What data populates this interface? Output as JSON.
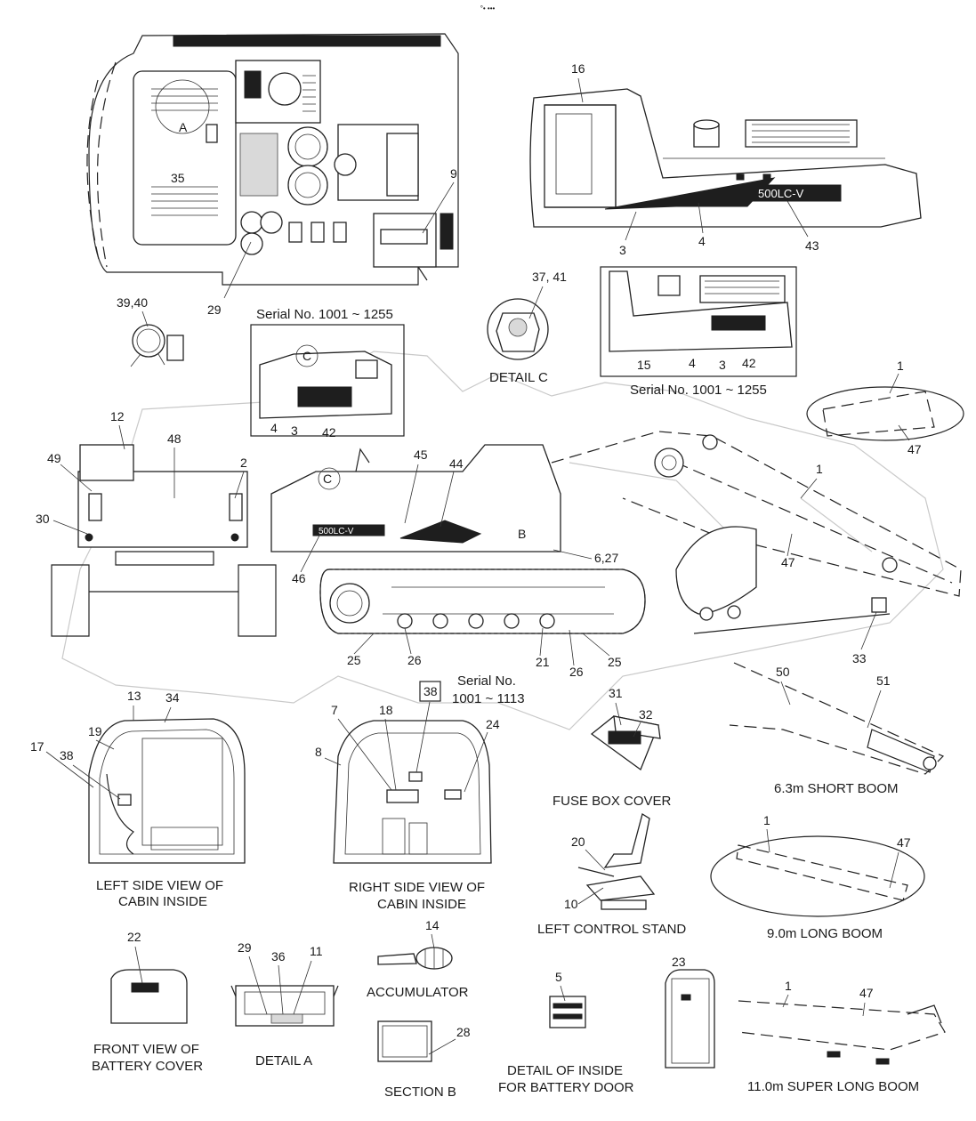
{
  "top_mark": "°• •••",
  "model_badge": "500LC-V",
  "callouts": {
    "c35": "35",
    "c9": "9",
    "c29a": "29",
    "c39_40": "39,40",
    "c16": "16",
    "c3a": "3",
    "c4a": "4",
    "c43": "43",
    "c37_41": "37, 41",
    "c15": "15",
    "c4b": "4",
    "c3b": "3",
    "c42a": "42",
    "c4c": "4",
    "c3c": "3",
    "c42b": "42",
    "c1a": "1",
    "c47a": "47",
    "c12": "12",
    "c48": "48",
    "c49": "49",
    "c2": "2",
    "c30": "30",
    "c45": "45",
    "c44": "44",
    "c1b": "1",
    "c6_27": "6,27",
    "c47b": "47",
    "c46": "46",
    "c33": "33",
    "c25a": "25",
    "c26a": "26",
    "c21": "21",
    "c26b": "26",
    "c25b": "25",
    "c50": "50",
    "c51": "51",
    "c13": "13",
    "c34": "34",
    "c19": "19",
    "c38a": "38",
    "c17": "17",
    "c18": "18",
    "c38b": "38",
    "c7": "7",
    "c8": "8",
    "c24": "24",
    "c31": "31",
    "c32": "32",
    "c20": "20",
    "c10": "10",
    "c1c": "1",
    "c47c": "47",
    "c22": "22",
    "c29b": "29",
    "c36": "36",
    "c11": "11",
    "c14": "14",
    "c5": "5",
    "c23": "23",
    "c1d": "1",
    "c47d": "47",
    "c28": "28"
  },
  "view_letters": {
    "a": "A",
    "b": "B",
    "c": "C",
    "c2": "C"
  },
  "labels": {
    "serial_left": "Serial No. 1001 ~ 1255",
    "serial_right": "Serial No. 1001 ~ 1255",
    "serial_cab_l1": "Serial No.",
    "serial_cab_l2": "1001 ~ 1113",
    "detail_c": "DETAIL C",
    "fuse_box_cover": "FUSE BOX COVER",
    "short_boom": "6.3m SHORT BOOM",
    "left_cabin_l1": "LEFT SIDE VIEW OF",
    "left_cabin_l2": "CABIN INSIDE",
    "right_cabin_l1": "RIGHT SIDE VIEW OF",
    "right_cabin_l2": "CABIN INSIDE",
    "left_control_stand": "LEFT CONTROL STAND",
    "long_boom": "9.0m LONG BOOM",
    "front_battery_l1": "FRONT VIEW OF",
    "front_battery_l2": "BATTERY COVER",
    "detail_a": "DETAIL A",
    "accumulator": "ACCUMULATOR",
    "section_b": "SECTION  B",
    "battery_door_l1": "DETAIL OF INSIDE",
    "battery_door_l2": "FOR BATTERY DOOR",
    "super_long_boom": "11.0m SUPER LONG BOOM"
  }
}
